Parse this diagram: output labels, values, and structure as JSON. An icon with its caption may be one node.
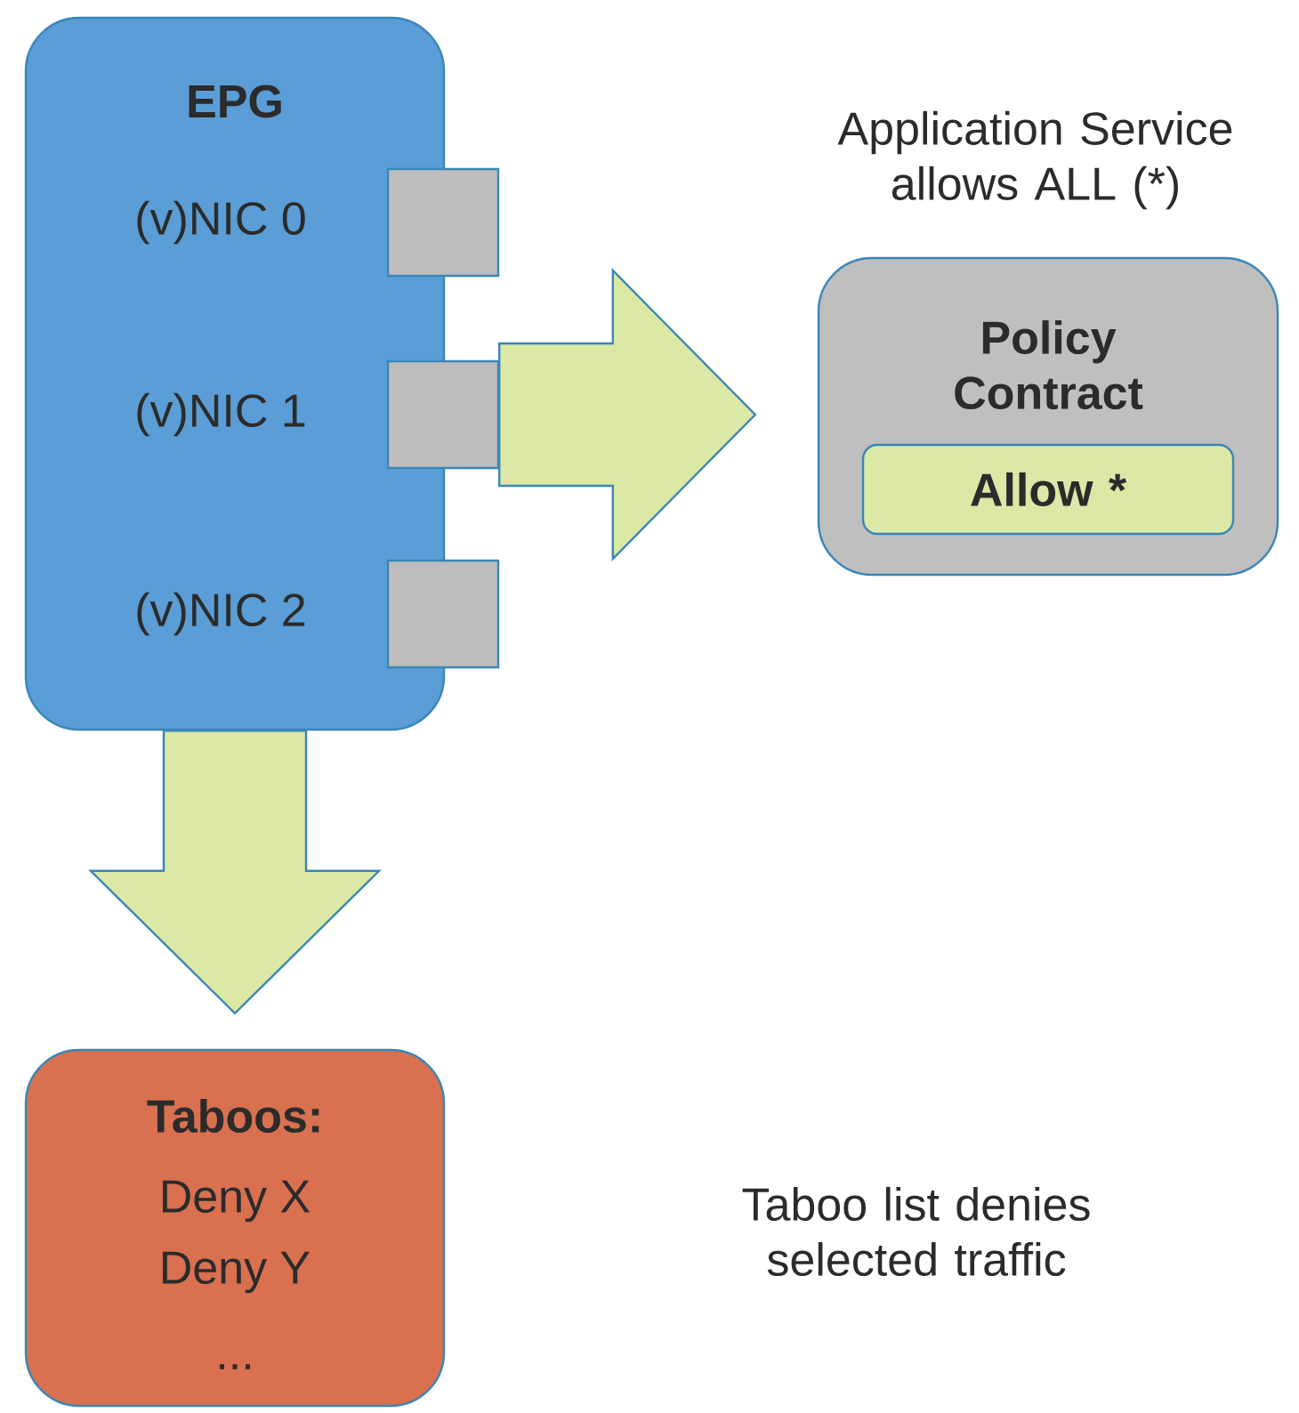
{
  "diagram": {
    "nodes": [
      {
        "text": [
          "EPG",
          "(v)NIC 0",
          "(v)NIC 1",
          "(v)NIC 2"
        ]
      },
      {
        "text": [],
        "shape": "box"
      },
      {
        "text": [],
        "shape": "box"
      },
      {
        "text": [],
        "shape": "box"
      },
      {
        "text": [
          "Policy Contract"
        ],
        "beside": [
          "Application Service allows ALL (*)"
        ]
      },
      {
        "text": [
          "Allow *"
        ],
        "in": 4
      },
      {
        "text": [
          "Taboos:",
          "Deny X",
          "Deny Y",
          "..."
        ]
      }
    ],
    "labels": [
      "Taboo list denies selected traffic"
    ],
    "edges": [
      {
        "from": 2,
        "to": 4,
        "arrow": "to"
      },
      {
        "from": 0,
        "to": 6,
        "arrow": "to"
      }
    ]
  }
}
